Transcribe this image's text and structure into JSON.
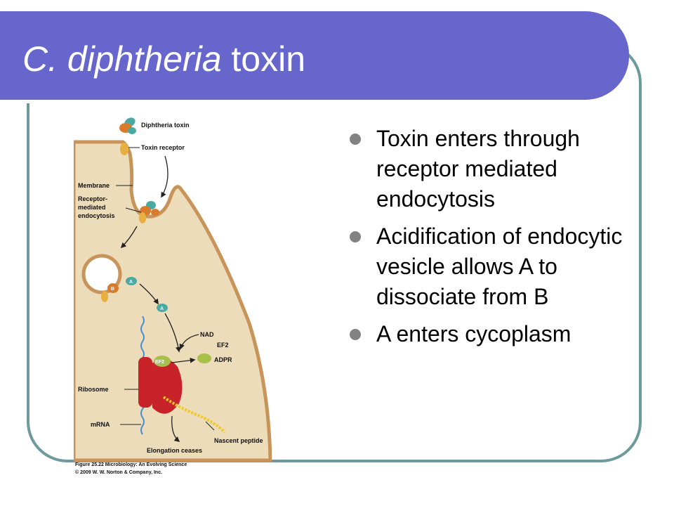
{
  "slide": {
    "title_italic": "C. diphtheria",
    "title_rest": " toxin",
    "bullets": [
      {
        "text": "Toxin enters through receptor mediated endocytosis"
      },
      {
        "text": "Acidification of endocytic vesicle allows A to dissociate from B"
      },
      {
        "text": "A enters cycoplasm"
      }
    ]
  },
  "figure": {
    "labels": {
      "diphtheria_toxin": "Diphtheria toxin",
      "toxin_receptor": "Toxin receptor",
      "membrane": "Membrane",
      "receptor_mediated_1": "Receptor-",
      "receptor_mediated_2": "mediated",
      "receptor_mediated_3": "endocytosis",
      "nad": "NAD",
      "ef2": "EF2",
      "adpr": "ADPR",
      "ribosome": "Ribosome",
      "mrna": "mRNA",
      "nascent_peptide": "Nascent peptide",
      "elongation_ceases": "Elongation ceases",
      "subunit_a": "A",
      "subunit_b": "B"
    },
    "caption_line1": "Figure 25.22  Microbiology: An Evolving Science",
    "caption_line2": "© 2009 W. W. Norton & Company, Inc."
  },
  "colors": {
    "title_bar": "#6666cc",
    "frame_border": "#6d9b9d",
    "cell": "#ecdcba",
    "membrane": "#c8945a",
    "subunit_a": "#4aa9a3",
    "subunit_b": "#d97b2d",
    "receptor": "#e8b040",
    "ribosome": "#c8232b",
    "ef2": "#a8c048",
    "mrna": "#4a90d0",
    "peptide": "#f0c820",
    "bullet": "#828282"
  }
}
